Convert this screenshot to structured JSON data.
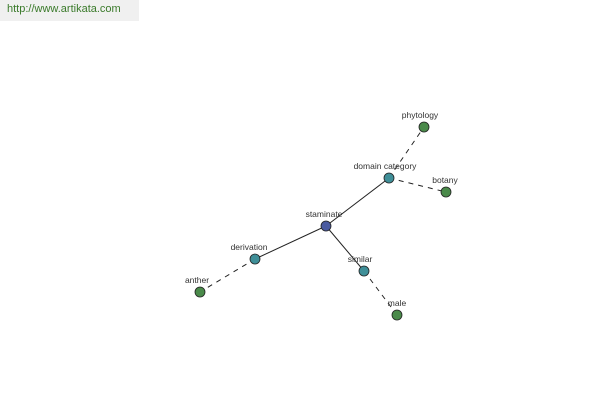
{
  "header": {
    "url_text": "http://www.artikata.com"
  },
  "colors": {
    "center_node": "#4a5aa0",
    "relation_node": "#3f8f98",
    "leaf_node": "#4a8a4a",
    "node_stroke": "#222222",
    "edge": "#222222",
    "url_text": "#3a7a2a",
    "url_bg": "#f0f0f0"
  },
  "graph": {
    "nodes": [
      {
        "id": "staminate",
        "label": "staminate",
        "kind": "center"
      },
      {
        "id": "domain_category",
        "label": "domain category",
        "kind": "relation"
      },
      {
        "id": "derivation",
        "label": "derivation",
        "kind": "relation"
      },
      {
        "id": "similar",
        "label": "similar",
        "kind": "relation"
      },
      {
        "id": "phytology",
        "label": "phytology",
        "kind": "leaf"
      },
      {
        "id": "botany",
        "label": "botany",
        "kind": "leaf"
      },
      {
        "id": "anther",
        "label": "anther",
        "kind": "leaf"
      },
      {
        "id": "male",
        "label": "male",
        "kind": "leaf"
      }
    ],
    "edges": [
      {
        "from": "staminate",
        "to": "domain_category",
        "style": "solid"
      },
      {
        "from": "staminate",
        "to": "derivation",
        "style": "solid"
      },
      {
        "from": "staminate",
        "to": "similar",
        "style": "solid"
      },
      {
        "from": "domain_category",
        "to": "phytology",
        "style": "dashed"
      },
      {
        "from": "domain_category",
        "to": "botany",
        "style": "dashed"
      },
      {
        "from": "derivation",
        "to": "anther",
        "style": "dashed"
      },
      {
        "from": "similar",
        "to": "male",
        "style": "dashed"
      }
    ]
  }
}
